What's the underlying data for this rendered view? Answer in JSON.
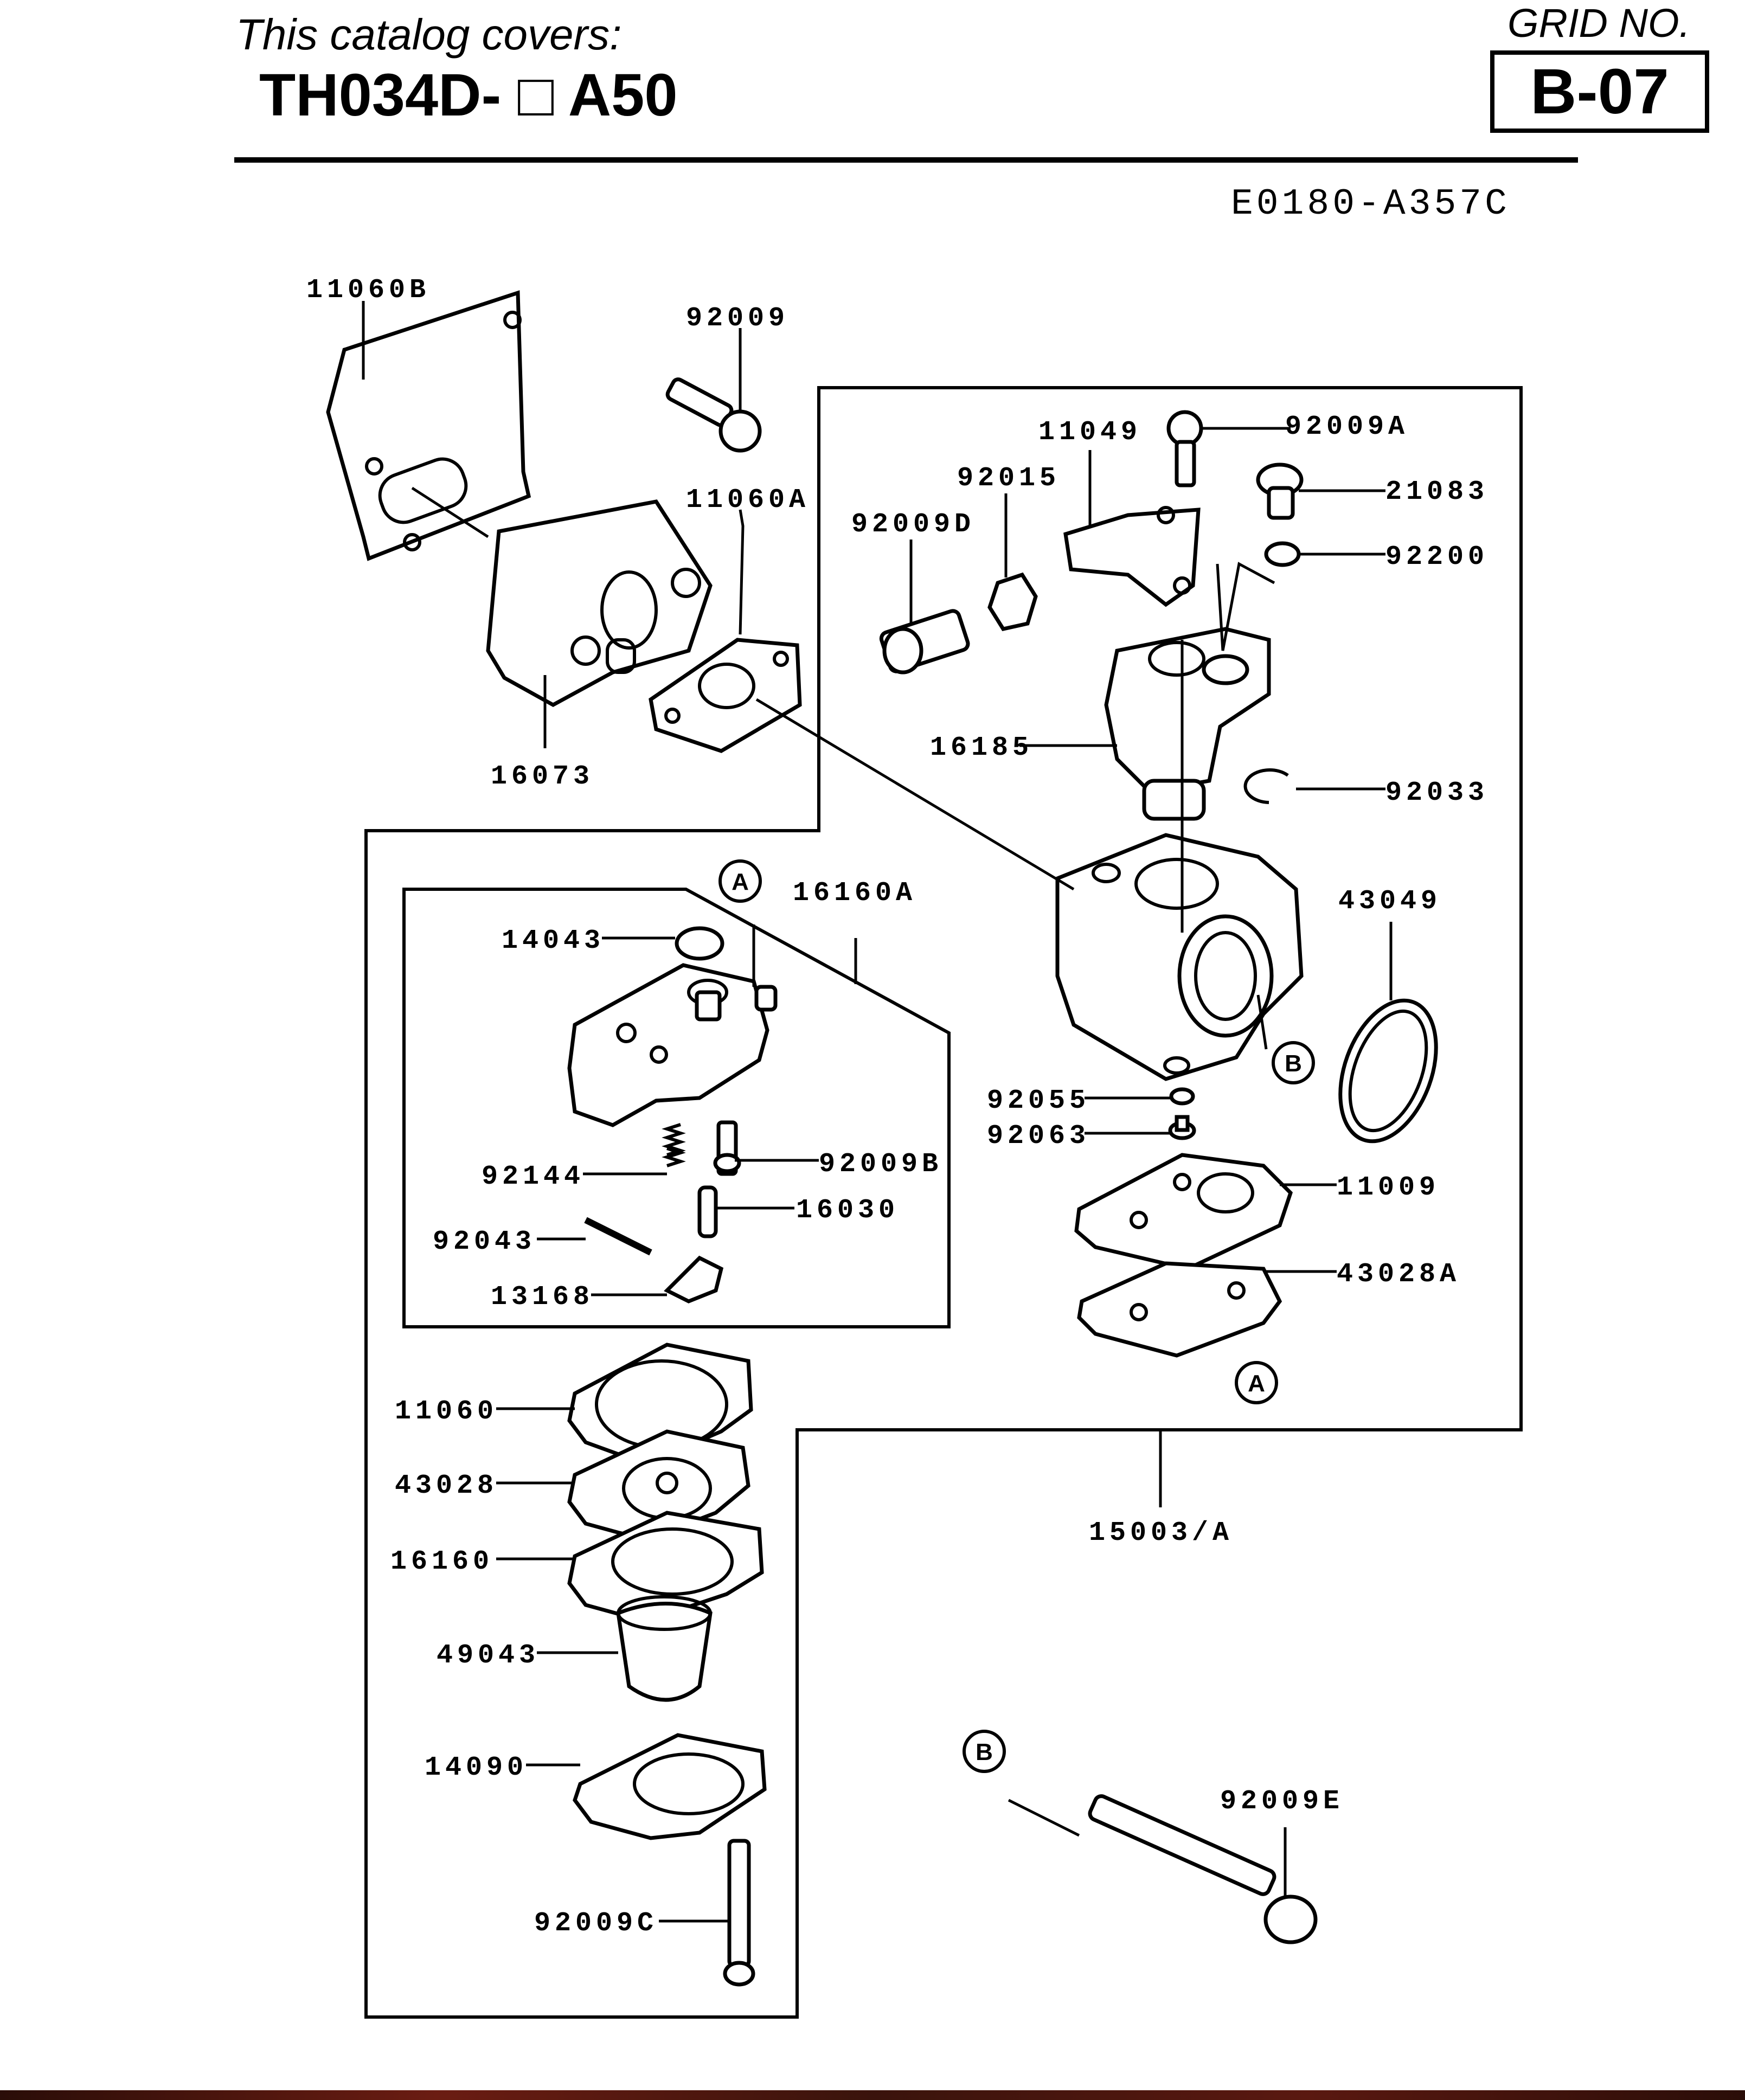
{
  "header": {
    "cover_label": "This catalog covers:",
    "model_code": "TH034D- □ A50",
    "grid_label": "GRID NO.",
    "grid_number": "B-07",
    "reference_code": "E0180-A357C"
  },
  "parts": {
    "p11060B": "11060B",
    "p92009": "92009",
    "p11060A": "11060A",
    "p16073": "16073",
    "p11049": "11049",
    "p92009A": "92009A",
    "p92015": "92015",
    "p21083": "21083",
    "p92009D": "92009D",
    "p92200": "92200",
    "p16185": "16185",
    "p92033": "92033",
    "p16160A": "16160A",
    "p14043": "14043",
    "p43049": "43049",
    "p92055": "92055",
    "p92063": "92063",
    "p92144": "92144",
    "p92009B": "92009B",
    "p16030": "16030",
    "p11009": "11009",
    "p92043": "92043",
    "p43028A": "43028A",
    "p13168": "13168",
    "p11060": "11060",
    "p43028": "43028",
    "p16160": "16160",
    "p15003A": "15003/A",
    "p49043": "49043",
    "p14090": "14090",
    "p92009E": "92009E",
    "p92009C": "92009C"
  },
  "callouts": {
    "a": "A",
    "b": "B"
  }
}
